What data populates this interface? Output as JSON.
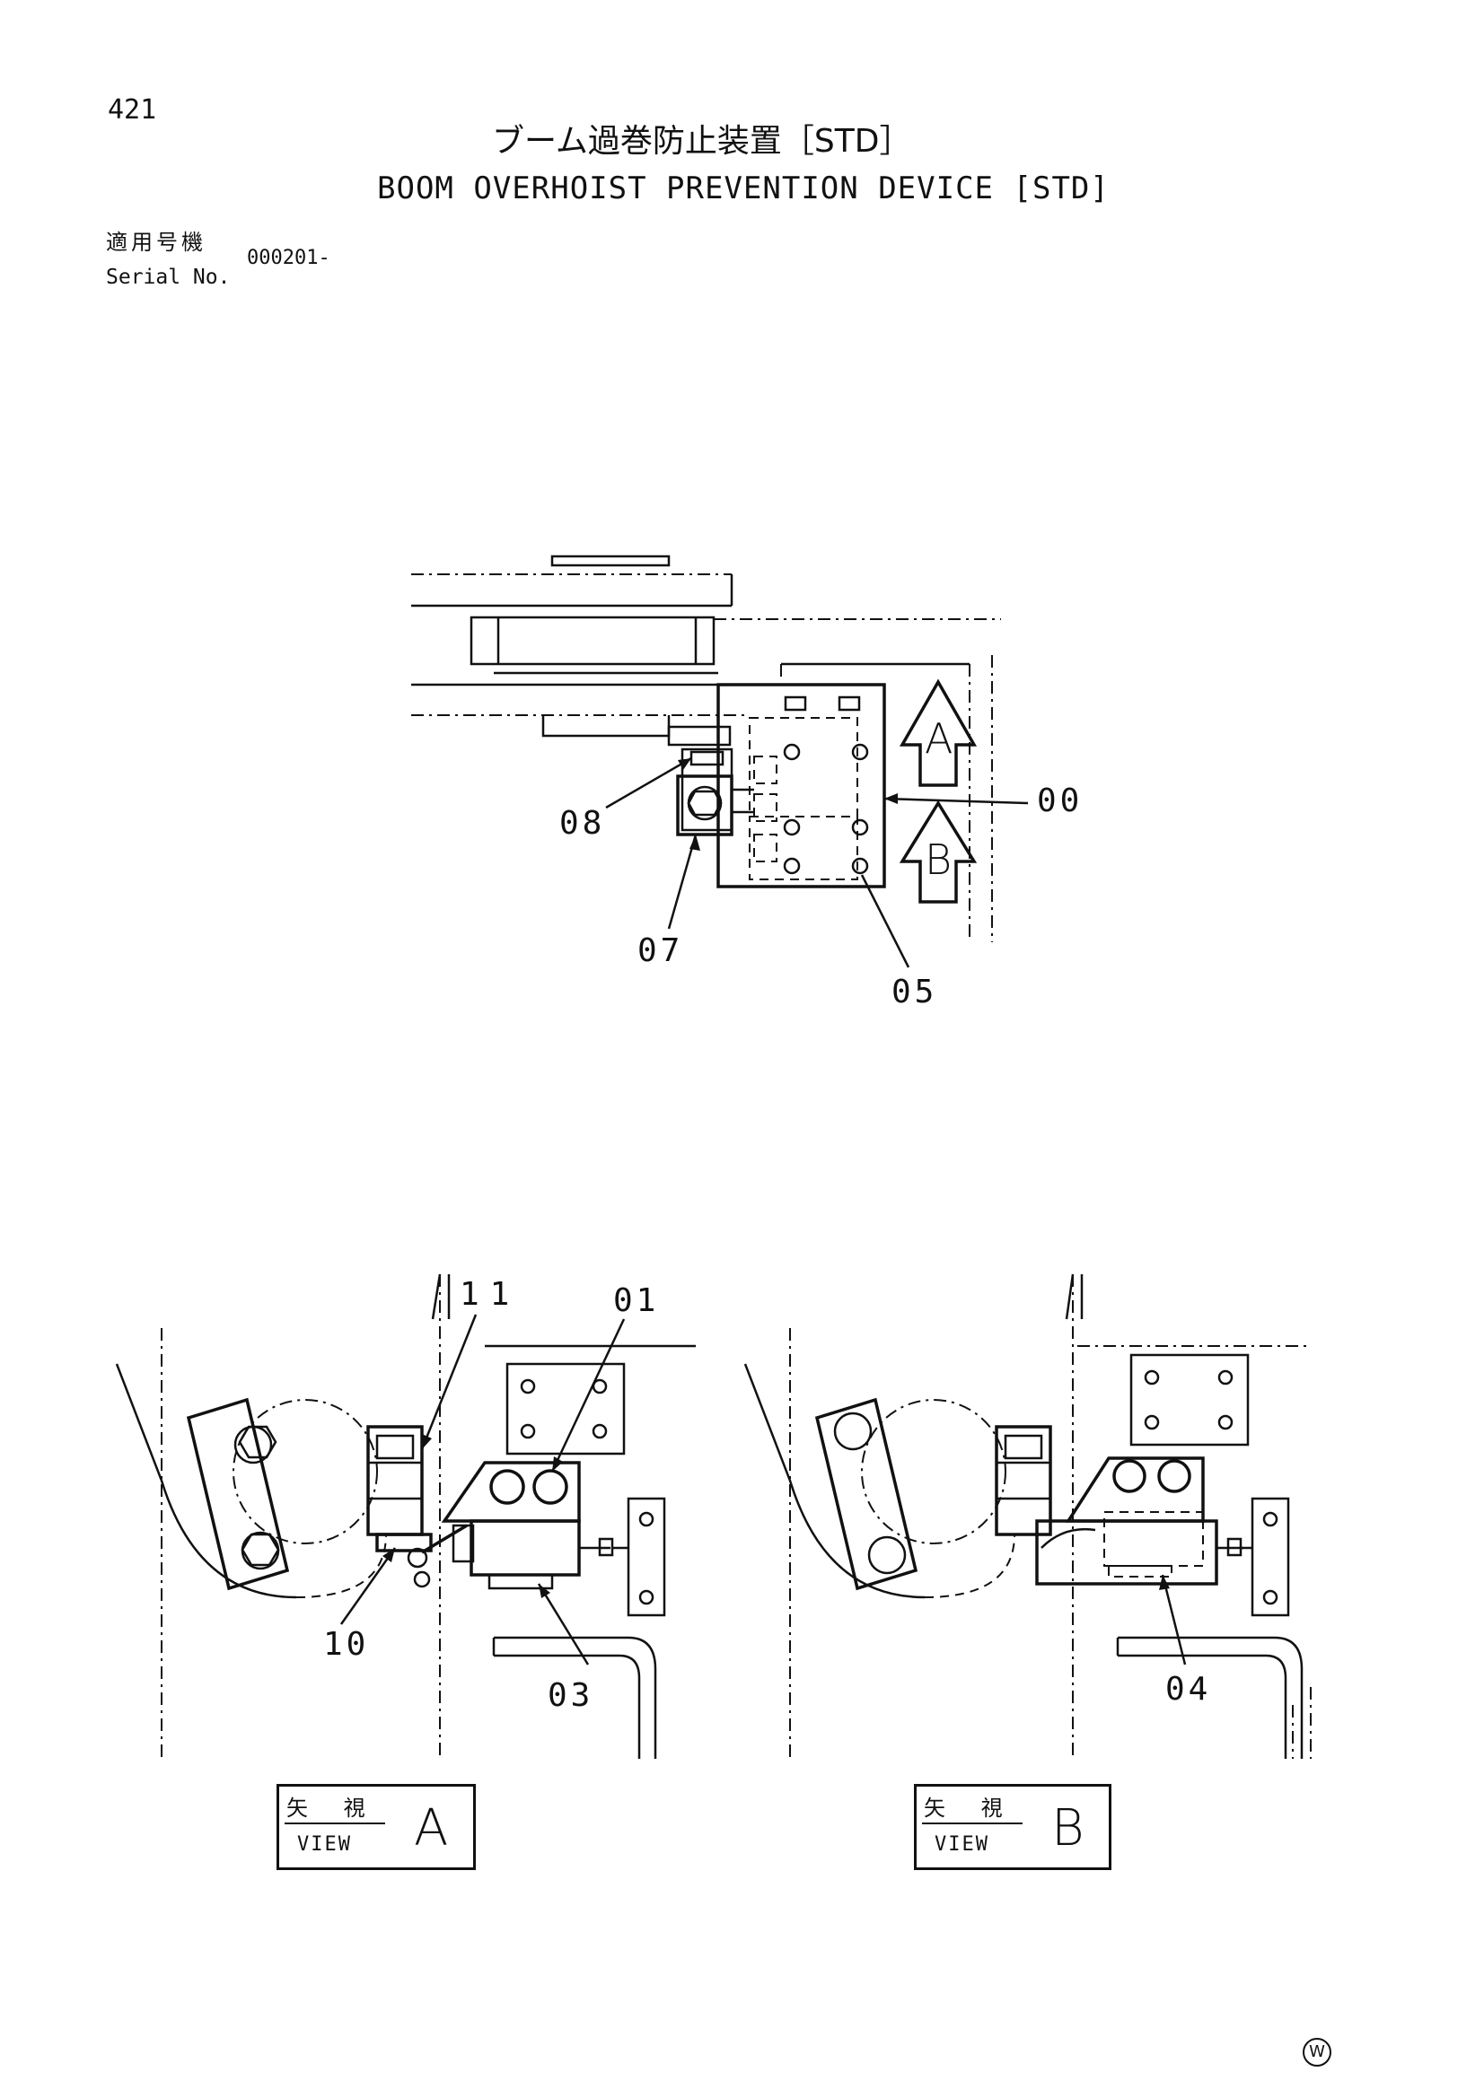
{
  "header": {
    "page_number": "421",
    "title_jp": "ブーム過巻防止装置［STD］",
    "title_en": "BOOM OVERHOIST PREVENTION DEVICE [STD]",
    "serial_label_jp": "適用号機",
    "serial_label_en": "Serial No.",
    "serial_value": "000201-"
  },
  "top_view": {
    "arrow_a_label": "A",
    "arrow_b_label": "B",
    "callouts": [
      "00",
      "05",
      "07",
      "08"
    ]
  },
  "view_a": {
    "callouts": [
      "11",
      "01",
      "10",
      "03"
    ],
    "label_jp": "矢 視",
    "label_en": "VIEW",
    "letter": "A"
  },
  "view_b": {
    "callouts": [
      "04"
    ],
    "label_jp": "矢 視",
    "label_en": "VIEW",
    "letter": "B"
  },
  "footer": {
    "publisher_mark": "W"
  }
}
